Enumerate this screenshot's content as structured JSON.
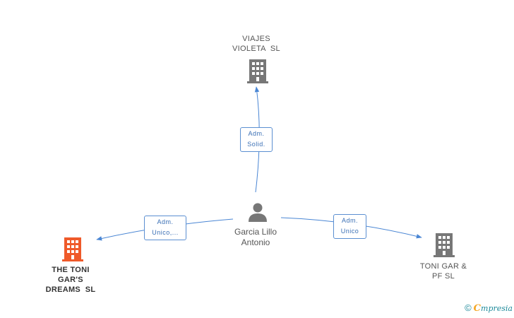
{
  "nodes": {
    "viajes": {
      "lines": [
        "VIAJES",
        "VIOLETA  SL"
      ],
      "icon": "building-icon",
      "color": "#777777"
    },
    "toni_gar_dreams": {
      "lines": [
        "THE TONI",
        "GAR'S",
        "DREAMS  SL"
      ],
      "icon": "building-icon",
      "color": "#ef5a2a"
    },
    "toni_gar_pf": {
      "lines": [
        "TONI GAR &",
        "PF SL"
      ],
      "icon": "building-icon",
      "color": "#777777"
    },
    "person": {
      "lines": [
        "Garcia Lillo",
        "Antonio"
      ],
      "icon": "person-icon",
      "color": "#777777"
    }
  },
  "edges": {
    "to_viajes": {
      "lines": [
        "Adm.",
        "Solid."
      ]
    },
    "to_dreams": {
      "lines": [
        "Adm.",
        "Unico,..."
      ]
    },
    "to_pf": {
      "lines": [
        "Adm.",
        "Unico"
      ]
    }
  },
  "colors": {
    "edge": "#4a86d4",
    "highlight_building": "#ef5a2a",
    "building": "#777777"
  },
  "footer": {
    "copyright": "©",
    "brand_first": "C",
    "brand_rest": "mpresia"
  }
}
